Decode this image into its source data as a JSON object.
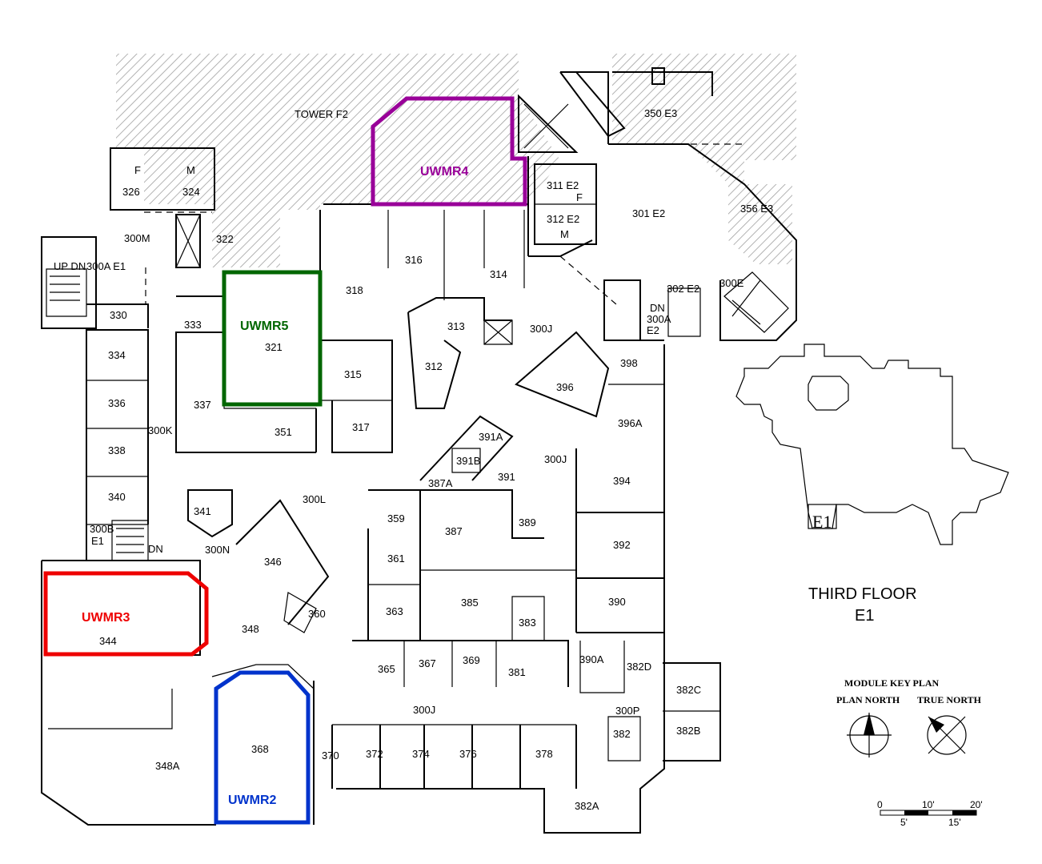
{
  "floor": {
    "title": "THIRD FLOOR",
    "subtitle": "E1",
    "module_tag": "E1"
  },
  "highlights": [
    {
      "id": "UWMR2",
      "label": "UWMR2",
      "color": "#0033cc"
    },
    {
      "id": "UWMR3",
      "label": "UWMR3",
      "color": "#ee0000"
    },
    {
      "id": "UWMR4",
      "label": "UWMR4",
      "color": "#990099"
    },
    {
      "id": "UWMR5",
      "label": "UWMR5",
      "color": "#006600"
    }
  ],
  "rooms": {
    "tower": "TOWER F2",
    "r350": "350 E3",
    "r356": "356 E3",
    "r311": "311 E2",
    "r311f": "F",
    "r312": "312 E2",
    "r312m": "M",
    "r301": "301 E2",
    "r326": "326",
    "r326f": "F",
    "r324": "324",
    "r324m": "M",
    "r300m": "300M",
    "r322": "322",
    "r300a": "300A E1",
    "updn": "UP DN",
    "r330": "330",
    "r333": "333",
    "r321": "321",
    "r318": "318",
    "r316": "316",
    "r314": "314",
    "r313": "313",
    "r312b": "312",
    "r315": "315",
    "r300j_top": "300J",
    "r302": "302 E2",
    "r300e": "300E",
    "r300a_e2": "300A",
    "dn_e2": "DN",
    "e2": "E2",
    "r334": "334",
    "r336": "336",
    "r337": "337",
    "r338": "338",
    "r300k": "300K",
    "r351": "351",
    "r317": "317",
    "r396": "396",
    "r398": "398",
    "r396a": "396A",
    "r391a": "391A",
    "r391b": "391B",
    "r391": "391",
    "r387a": "387A",
    "r300j_mid": "300J",
    "r340": "340",
    "r341": "341",
    "r300l": "300L",
    "r359": "359",
    "r387": "387",
    "r389": "389",
    "r394": "394",
    "r300b": "300B",
    "e1_small": "E1",
    "dn_left": "DN",
    "r300n": "300N",
    "r346": "346",
    "r361": "361",
    "r392": "392",
    "r385": "385",
    "r363": "363",
    "r383": "383",
    "r390": "390",
    "r344": "344",
    "r348": "348",
    "r360": "360",
    "r365": "365",
    "r367": "367",
    "r369": "369",
    "r381": "381",
    "r390a": "390A",
    "r382d": "382D",
    "r382c": "382C",
    "r300j_bot": "300J",
    "r300p": "300P",
    "r382": "382",
    "r382b": "382B",
    "r348a": "348A",
    "r368": "368",
    "r370": "370",
    "r372": "372",
    "r374": "374",
    "r376": "376",
    "r378": "378",
    "r382a": "382A"
  },
  "key_plan": {
    "title": "MODULE KEY PLAN",
    "plan_north": "PLAN NORTH",
    "true_north": "TRUE NORTH"
  },
  "scale_bar": {
    "ticks_top": [
      "0",
      "10'",
      "20'"
    ],
    "ticks_bottom": [
      "5'",
      "15'"
    ]
  }
}
